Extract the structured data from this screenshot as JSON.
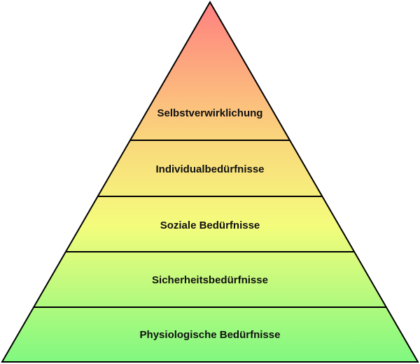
{
  "diagram": {
    "type": "pyramid",
    "levels": [
      {
        "label": "Selbstverwirklichung"
      },
      {
        "label": "Individualbedürfnisse"
      },
      {
        "label": "Soziale Bedürfnisse"
      },
      {
        "label": "Sicherheitsbedürfnisse"
      },
      {
        "label": "Physiologische Bedürfnisse"
      }
    ],
    "colors": {
      "top": "#ff8080",
      "upper": "#fad67c",
      "middle": "#f4fc7c",
      "bottom": "#80f880",
      "stroke": "#000000"
    }
  }
}
